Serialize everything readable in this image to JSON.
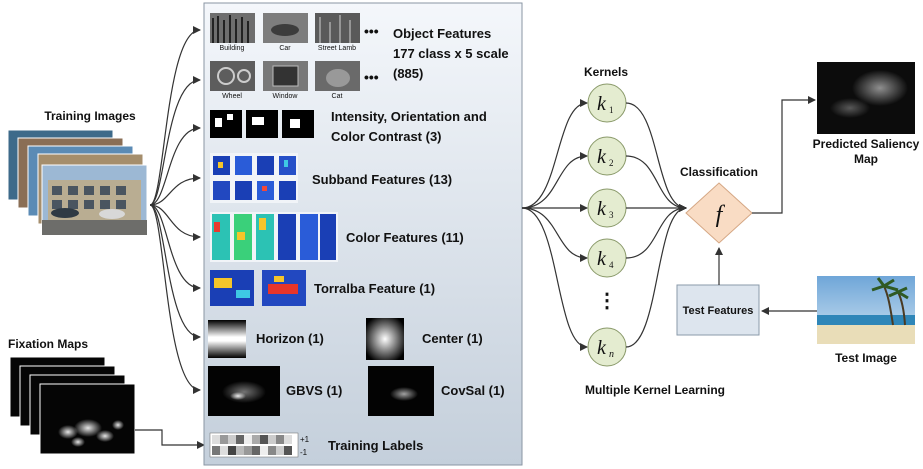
{
  "training": {
    "images_title": "Training Images",
    "fixation_title": "Fixation Maps"
  },
  "features": {
    "object": {
      "title": "Object Features",
      "subtitle": "177 class x 5 scale",
      "count": "(885)",
      "ellipsis": "•••",
      "thumbs_row1": [
        "Building",
        "Car",
        "Street Lamb"
      ],
      "thumbs_row2": [
        "Wheel",
        "Window",
        "Cat"
      ]
    },
    "intensity": {
      "line1": "Intensity, Orientation and",
      "line2": "Color Contrast (3)"
    },
    "subband": "Subband Features (13)",
    "color": "Color Features (11)",
    "torralba": "Torralba Feature (1)",
    "horizon": "Horizon (1)",
    "center": "Center (1)",
    "gbvs": "GBVS (1)",
    "covsal": "CovSal (1)",
    "training_labels": "Training Labels",
    "label_plus": "+1",
    "label_minus": "-1"
  },
  "mkl": {
    "kernels_title": "Kernels",
    "kernels": [
      {
        "letter": "k",
        "sub": "1"
      },
      {
        "letter": "k",
        "sub": "2"
      },
      {
        "letter": "k",
        "sub": "3"
      },
      {
        "letter": "k",
        "sub": "4"
      },
      {
        "letter": "k",
        "sub": "n"
      }
    ],
    "vdots": "⋮",
    "caption": "Multiple Kernel Learning",
    "classification": "Classification",
    "func": "f"
  },
  "output": {
    "predicted_line1": "Predicted Saliency",
    "predicted_line2": "Map",
    "test_features": "Test Features",
    "test_image": "Test Image"
  },
  "colors": {
    "panel_top": "#f4f7fb",
    "panel_bottom": "#c4cfdb",
    "kernel_fill": "#e4ecd0",
    "kernel_stroke": "#8a9a6a",
    "diamond_fill": "#f9dcc4",
    "diamond_stroke": "#d5a784",
    "testbox_fill": "#dde5ee"
  }
}
